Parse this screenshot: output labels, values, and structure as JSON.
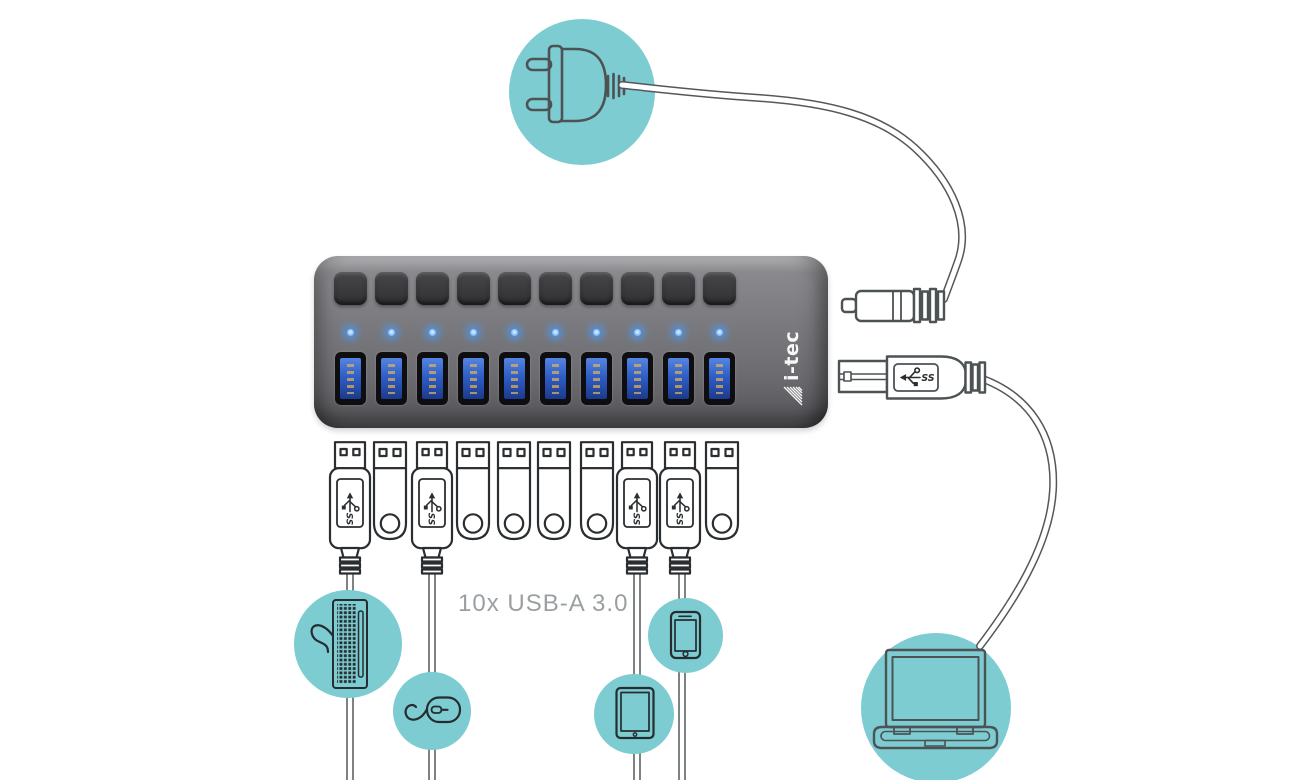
{
  "diagram_title": "USB hub connection diagram",
  "caption": {
    "text": "10x USB-A 3.0"
  },
  "brand": {
    "name": "i-tec"
  },
  "colors": {
    "background": "#ffffff",
    "accent_teal": "#7dccd2",
    "line_gray": "#4d5254",
    "icon_dark": "#262d30",
    "connector_ink": "#2b2e30",
    "cable_edge": "#54585a",
    "hub_body": "#7b7b7f",
    "hub_button": "#39393c",
    "port_opening": "#0e0e10",
    "usb_tongue_blue": "#2f5ec6",
    "led_blue": "#4da3ff",
    "caption_gray": "#9aa0a2"
  },
  "hub": {
    "button_count": 10,
    "led_count": 10,
    "port_count": 10,
    "port_type": "USB-A 3.0"
  },
  "connectors": {
    "below_hub_sequence": [
      "usb-cable-plug",
      "flash-drive",
      "usb-cable-plug",
      "flash-drive",
      "flash-drive",
      "flash-drive",
      "flash-drive",
      "usb-cable-plug",
      "usb-cable-plug",
      "flash-drive"
    ],
    "usb3_logo_text": "SS"
  },
  "right_side": {
    "power_connector": "dc-barrel-jack",
    "data_connector": "usb-b-3-plug",
    "usb3_logo_text": "SS"
  },
  "devices": [
    {
      "icon": "power-plug-icon"
    },
    {
      "icon": "keyboard-icon"
    },
    {
      "icon": "mouse-icon"
    },
    {
      "icon": "tablet-icon"
    },
    {
      "icon": "smartphone-icon"
    },
    {
      "icon": "laptop-icon"
    }
  ]
}
